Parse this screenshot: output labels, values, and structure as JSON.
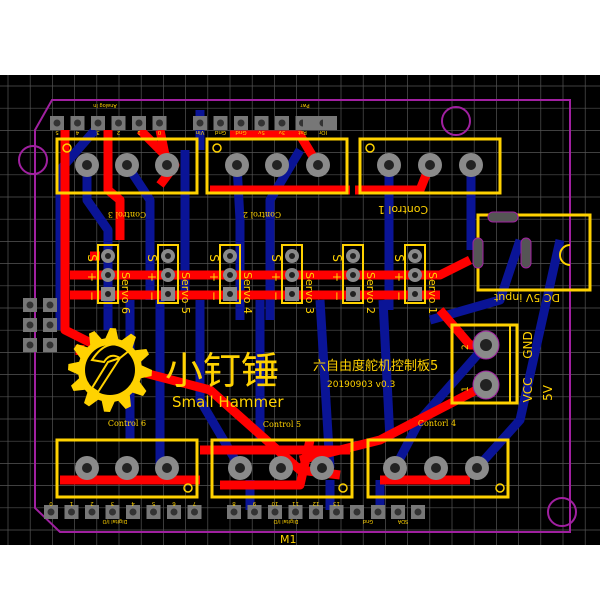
{
  "board": {
    "designator": "M1",
    "logo_cn": "小钉锤",
    "logo_en": "Small Hammer",
    "title_cn": "六自由度舵机控制板5",
    "version": "20190903  v0.3",
    "header_top_group1_label": "Analog In",
    "header_top_group1_pins": [
      "5",
      "4",
      "3",
      "2",
      "1",
      "0"
    ],
    "header_top_group2_label": "Pwr",
    "header_top_group2_pins": [
      "Vin",
      "Gnd",
      "Gnd",
      "5v",
      "3v",
      "Rst",
      "IOr"
    ],
    "header_bottom_group1_label": "Digital I/O",
    "header_bottom_group1_pins": [
      "0",
      "1",
      "2",
      "3",
      "4",
      "5",
      "6",
      "7"
    ],
    "header_bottom_group2_label": "Digital I/O",
    "header_bottom_group2_pins": [
      "8",
      "9",
      "10",
      "11",
      "12",
      "13"
    ],
    "header_bottom_gnd": "Gnd",
    "header_bottom_sda": "SDA",
    "controls": [
      "Control 1",
      "Control 2",
      "Control 3",
      "Contorl 4",
      "Control 5",
      "Control 6"
    ],
    "servo_pin_labels": [
      "S",
      "+",
      "−"
    ],
    "servos": [
      "Servo 6",
      "Servo 5",
      "Servo 4",
      "Servo 3",
      "Servo 2",
      "Servo 1"
    ],
    "dc_input": "DC 5V input",
    "power_gnd": "GND",
    "power_vcc": "VCC",
    "power_5v": "5V",
    "pin2": "2",
    "pin1": "1"
  },
  "colors": {
    "background": "#000000",
    "top_copper": "#ff0000",
    "bottom_copper": "#0a1496",
    "silkscreen": "#ffd200",
    "outline": "#a020a0",
    "pad": "#8a8a8a",
    "grid": "#555555"
  }
}
